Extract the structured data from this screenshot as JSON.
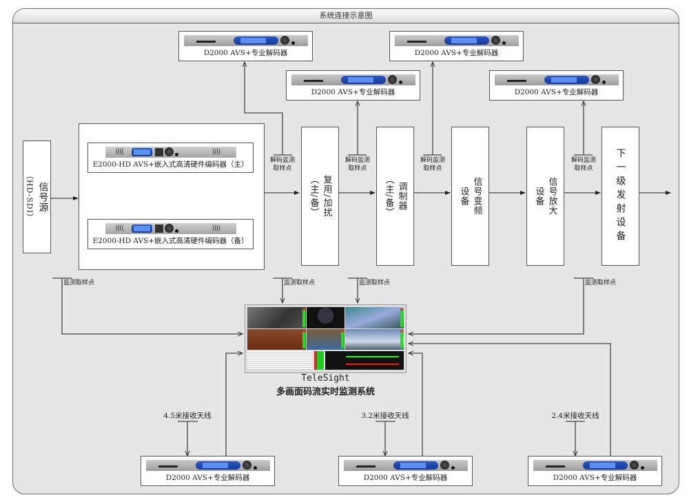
{
  "window": {
    "title": "系统连接示意图"
  },
  "source": {
    "label": "信号源",
    "sublabel": "（HD-SDI）"
  },
  "encoders": [
    {
      "label": "E2000-HD AVS+嵌入式高清硬件编码器（主）"
    },
    {
      "label": "E2000-HD AVS+嵌入式高清硬件编码器（备）"
    }
  ],
  "chain": [
    {
      "label": "复用/加扰",
      "sublabel": "（主/备）"
    },
    {
      "label": "调制器",
      "sublabel": "（主/备）"
    },
    {
      "label": "信号变频",
      "sublabel": "设备"
    },
    {
      "label": "信号放大",
      "sublabel": "设备"
    },
    {
      "label": "下一级发射设备",
      "sublabel": ""
    }
  ],
  "decode_sample_point": {
    "line1": "解码监测",
    "line2": "取样点"
  },
  "monitor_sample_point": "监测取样点",
  "top_decoders": [
    {
      "label": "D2000 AVS+专业解码器"
    },
    {
      "label": "D2000 AVS+专业解码器"
    },
    {
      "label": "D2000 AVS+专业解码器"
    },
    {
      "label": "D2000 AVS+专业解码器"
    }
  ],
  "monitor_system": {
    "name": "TeleSight",
    "description": "多画面码流实时监测系统"
  },
  "antennas": [
    {
      "label": "4.5米接收天线",
      "decoder": "D2000 AVS+专业解码器"
    },
    {
      "label": "3.2米接收天线",
      "decoder": "D2000 AVS+专业解码器"
    },
    {
      "label": "2.4米接收天线",
      "decoder": "D2000 AVS+专业解码器"
    }
  ],
  "colors": {
    "background": "#e6e6e6",
    "box": "#ffffff",
    "line": "#444444",
    "decoder_blue": "#2a56c6"
  }
}
